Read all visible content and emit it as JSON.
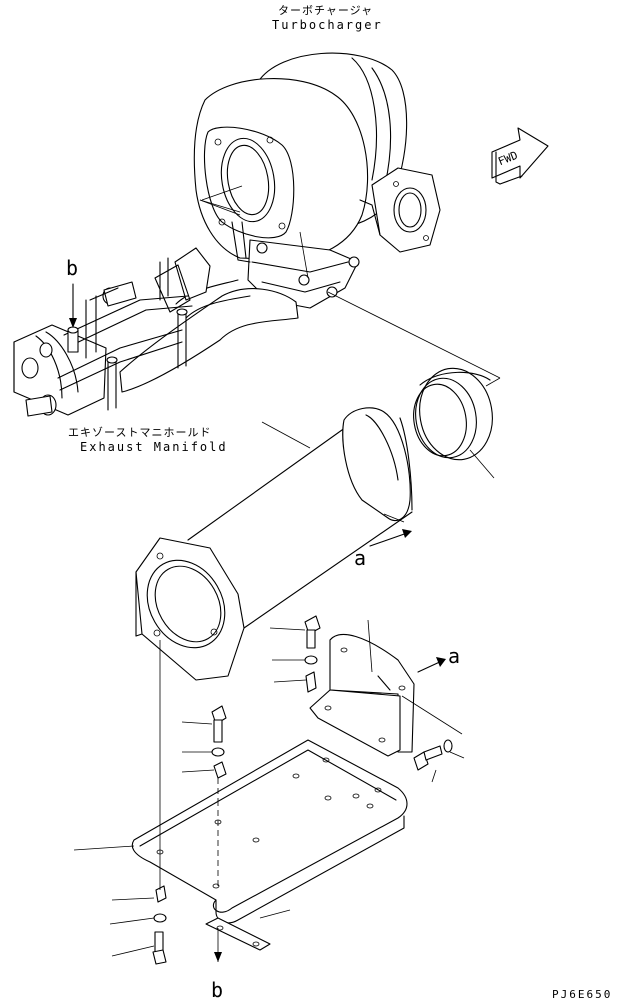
{
  "labels": {
    "turbocharger_jp": "ターボチャージャ",
    "turbocharger_en": "Turbocharger",
    "manifold_jp": "エキゾーストマニホールド",
    "manifold_en": "Exhaust Manifold",
    "fwd": "FWD",
    "ref_a_upper": "a",
    "ref_a_right": "a",
    "ref_b_top": "b",
    "ref_b_bottom": "b",
    "drawing_code": "PJ6E650"
  }
}
